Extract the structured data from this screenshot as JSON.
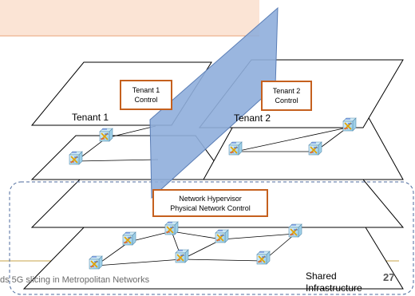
{
  "diagram": {
    "tenant1": {
      "label": "Tenant 1",
      "control_label_line1": "Tenant 1",
      "control_label_line2": "Control"
    },
    "tenant2": {
      "label": "Tenant 2",
      "control_label_line1": "Tenant 2",
      "control_label_line2": "Control"
    },
    "hypervisor": {
      "line1": "Network Hypervisor",
      "line2": "Physical Network Control"
    },
    "infrastructure": {
      "line1": "Shared",
      "line2": "Infrastructure"
    },
    "colors": {
      "plane_stroke": "#000000",
      "divider_fill": "#8faedb",
      "box_border": "#c5601e",
      "dashed_border": "#4d6a9c",
      "banner_fill": "#fbe4d5",
      "footer_rule": "#c8a44a"
    }
  },
  "footer": {
    "text": "ds 5G slicing in Metropolitan Networks",
    "page_number": "27"
  }
}
